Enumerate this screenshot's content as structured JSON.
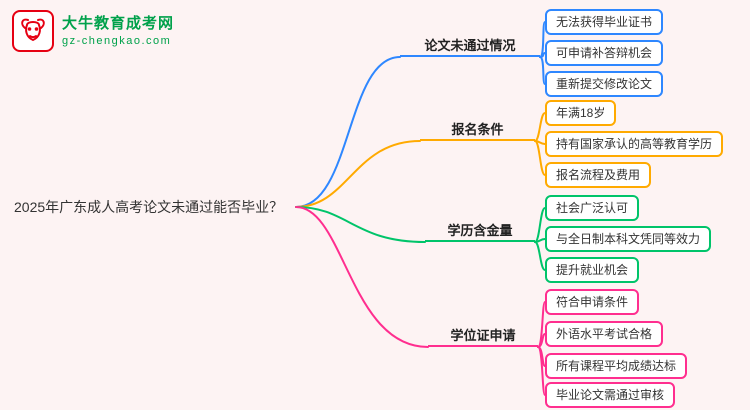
{
  "brand": {
    "name": "大牛教育成考网",
    "domain": "gz-chengkao.com",
    "logo_color": "#e60012",
    "text_color": "#00a14b"
  },
  "root": {
    "label": "2025年广东成人高考论文未通过能否毕业？"
  },
  "branches": [
    {
      "label": "论文未通过情况",
      "color": "#2e87ff",
      "children": [
        "无法获得毕业证书",
        "可申请补答辩机会",
        "重新提交修改论文"
      ]
    },
    {
      "label": "报名条件",
      "color": "#ffaa00",
      "children": [
        "年满18岁",
        "持有国家承认的高等教育学历",
        "报名流程及费用"
      ]
    },
    {
      "label": "学历含金量",
      "color": "#00c46a",
      "children": [
        "社会广泛认可",
        "与全日制本科文凭同等效力",
        "提升就业机会"
      ]
    },
    {
      "label": "学位证申请",
      "color": "#ff2e8f",
      "children": [
        "符合申请条件",
        "外语水平考试合格",
        "所有课程平均成绩达标",
        "毕业论文需通过审核"
      ]
    }
  ]
}
